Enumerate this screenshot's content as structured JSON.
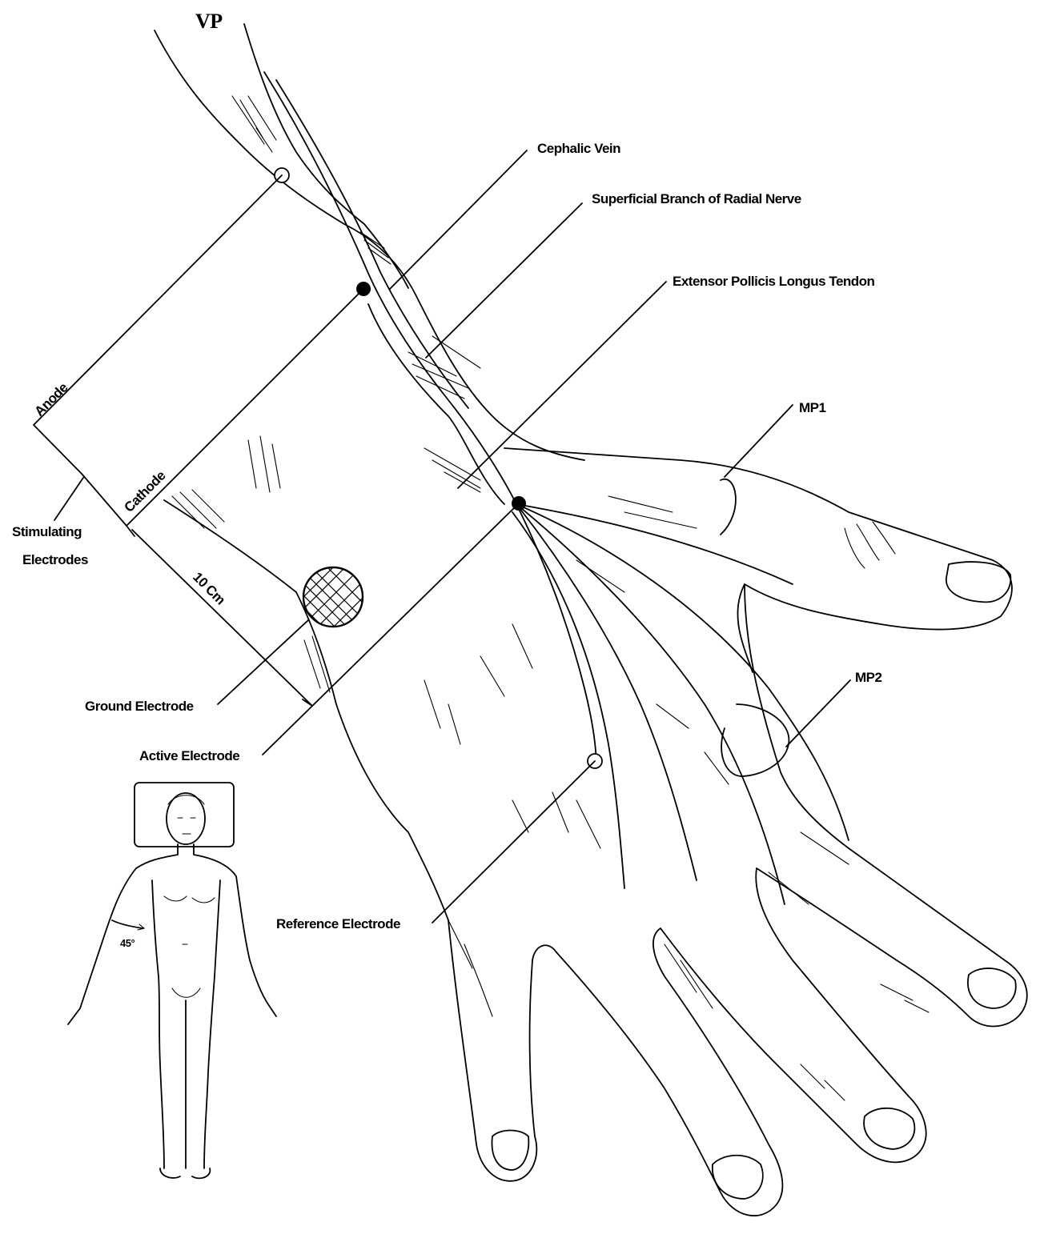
{
  "logo_mark": "VP",
  "labels": {
    "cephalic_vein": "Cephalic Vein",
    "radial_nerve": "Superficial Branch of Radial Nerve",
    "epl_tendon": "Extensor Pollicis Longus Tendon",
    "mp1": "MP1",
    "mp2": "MP2",
    "anode": "Anode",
    "cathode": "Cathode",
    "stim_line1": "Stimulating",
    "stim_line2": "Electrodes",
    "distance": "10 Cm",
    "ground": "Ground Electrode",
    "active": "Active Electrode",
    "reference": "Reference Electrode",
    "angle": "45°"
  }
}
